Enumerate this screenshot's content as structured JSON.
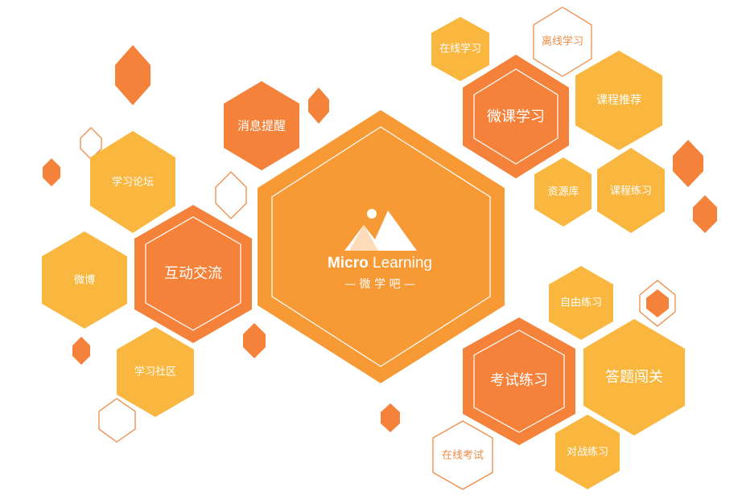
{
  "colors": {
    "dark_orange": "#F4823A",
    "mid_orange": "#F79A35",
    "yellow": "#F9B73F",
    "outline_orange": "#F08A45",
    "white": "#FFFFFF"
  },
  "center": {
    "brand_bold": "Micro",
    "brand_light": " Learning",
    "subtitle": "— 微 学 吧 —",
    "logo_icon": "mountain-sun-icon"
  },
  "modules": {
    "weike_xuexi": "微课学习",
    "zaixian_xuexi": "在线学习",
    "lixian_xuexi": "离线学习",
    "kecheng_tuijian": "课程推荐",
    "ziyuanku": "资源库",
    "kecheng_lianxi": "课程练习",
    "xiaoxi_tixing": "消息提醒",
    "xuexi_luntan": "学习论坛",
    "hudong_jiaoliu": "互动交流",
    "weibo": "微博",
    "xuexi_shequ": "学习社区",
    "ziyou_lianxi": "自由练习",
    "kaoshi_lianxi": "考试练习",
    "dati_chuangguan": "答题闯关",
    "zaixian_kaoshi": "在线考试",
    "duizhan_lianxi": "对战练习"
  }
}
